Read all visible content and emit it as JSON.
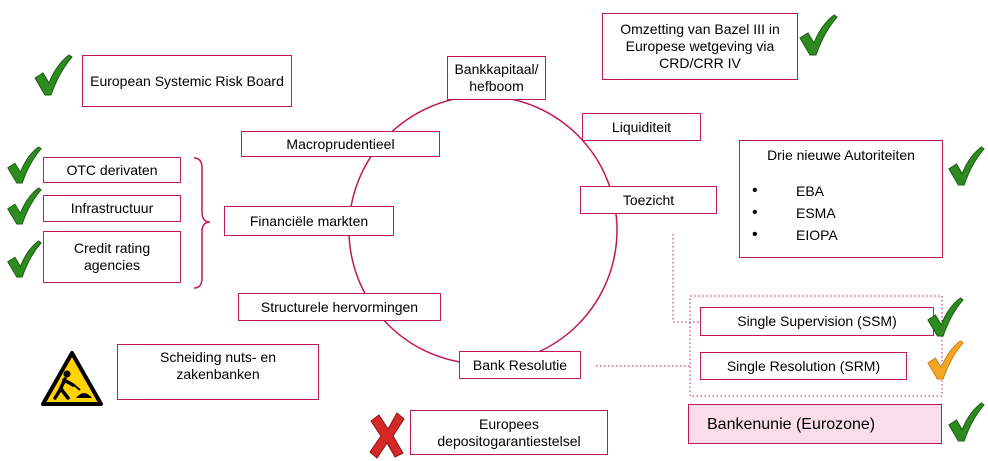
{
  "boxes": {
    "esrb": "European Systemic Risk Board",
    "bankkapitaal": "Bankkapitaal/ hefboom",
    "bazel": "Omzetting van Bazel III in Europese wetgeving via CRD/CRR IV",
    "liquiditeit": "Liquiditeit",
    "macroprudentieel": "Macroprudentieel",
    "otc": "OTC derivaten",
    "toezicht": "Toezicht",
    "infrastructuur": "Infrastructuur",
    "financiele_markten": "Financiële markten",
    "credit_rating": "Credit rating agencies",
    "structurele": "Structurele hervormingen",
    "ssm": "Single Supervision (SSM)",
    "scheiding": "Scheiding nuts- en zakenbanken",
    "srm": "Single Resolution (SRM)",
    "bank_resolutie": "Bank Resolutie",
    "bankenunie": "Bankenunie (Eurozone)",
    "depositogarantie": "Europees depositogarantiestelsel"
  },
  "autoriteiten": {
    "title": "Drie nieuwe Autoriteiten",
    "items": [
      "EBA",
      "ESMA",
      "EIOPA"
    ]
  },
  "status_colors": {
    "done": "#2e8b1f",
    "pending": "#f5a623",
    "rejected": "#d62828",
    "box_border": "#c2185b"
  },
  "icons": [
    "check-icon",
    "pending-check-icon",
    "cross-icon",
    "construction-warning-icon"
  ]
}
